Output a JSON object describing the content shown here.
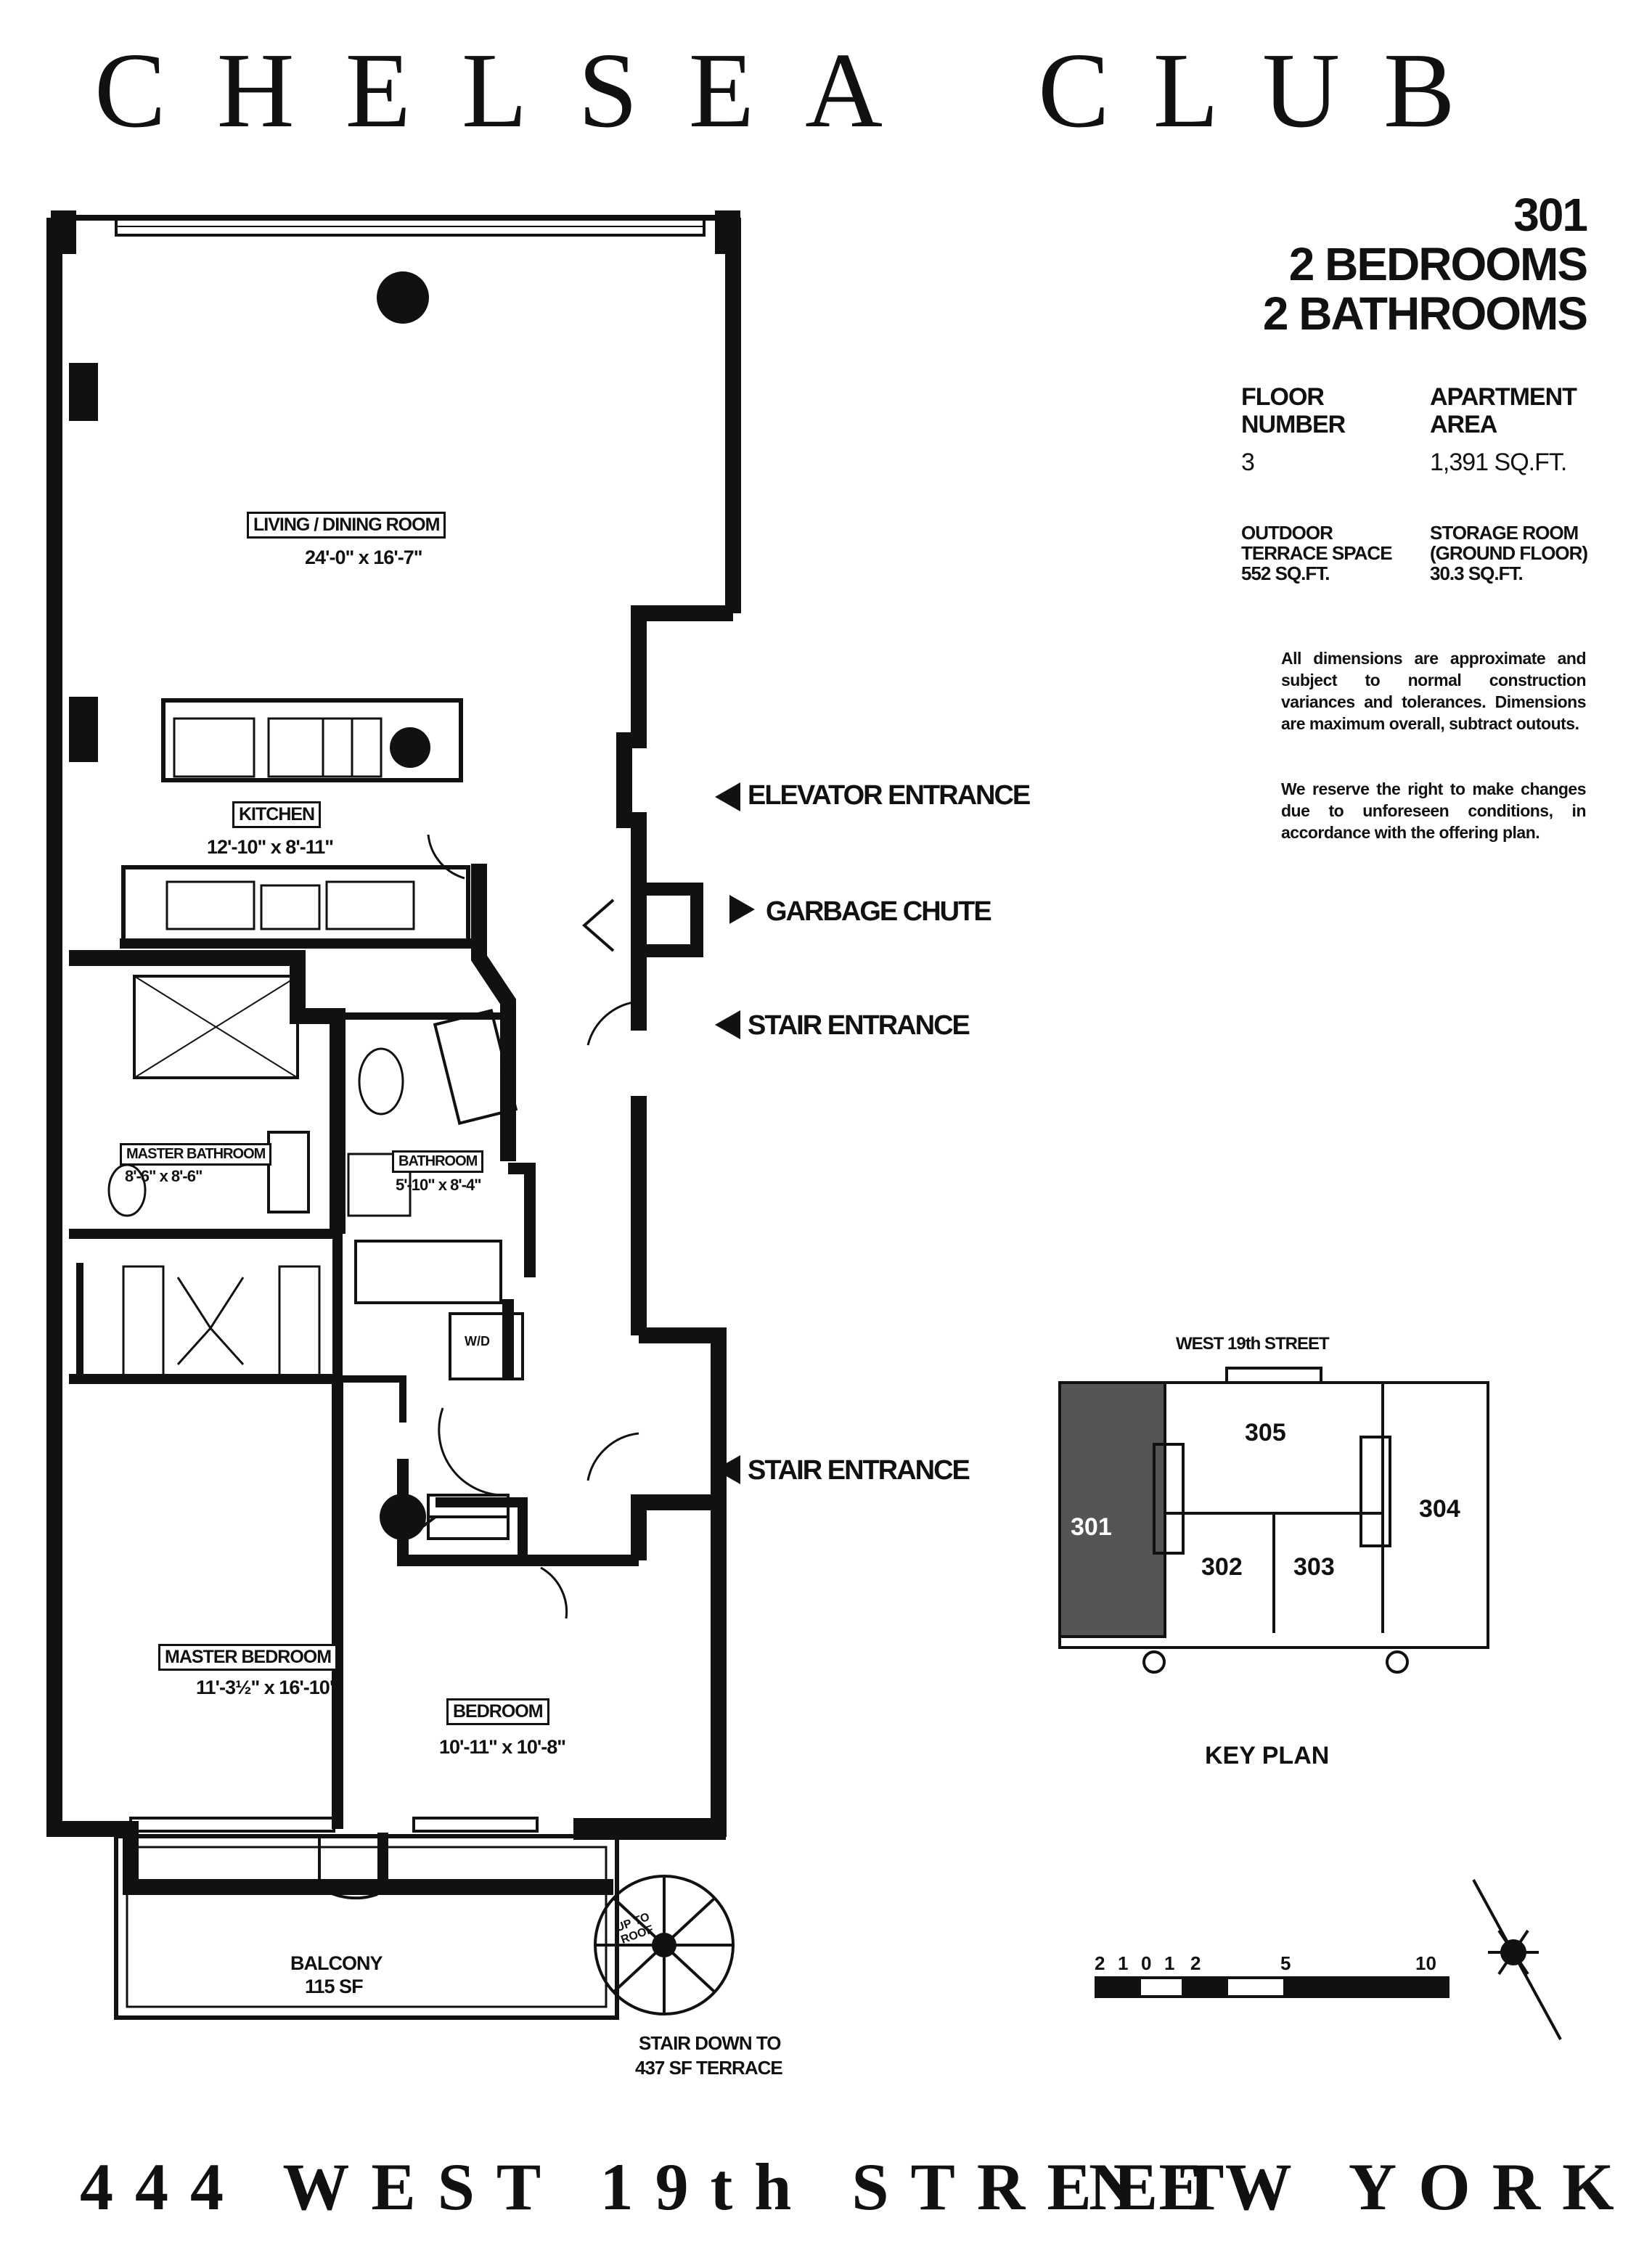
{
  "header": {
    "title_left": "CHELSEA",
    "title_right": "CLUB"
  },
  "unit": {
    "number": "301",
    "bedrooms": "2 BEDROOMS",
    "bathrooms": "2 BATHROOMS"
  },
  "specs": {
    "floor_label_1": "FLOOR",
    "floor_label_2": "NUMBER",
    "floor_value": "3",
    "area_label_1": "APARTMENT",
    "area_label_2": "AREA",
    "area_value": "1,391 SQ.FT.",
    "terrace_label_1": "OUTDOOR",
    "terrace_label_2": "TERRACE SPACE",
    "terrace_value": "552 SQ.FT.",
    "storage_label_1": "STORAGE ROOM",
    "storage_label_2": "(GROUND FLOOR)",
    "storage_value": "30.3 SQ.FT."
  },
  "notes": {
    "note1": "All dimensions are approximate and subject to normal construction variances and tolerances. Dimensions are maximum overall, subtract outouts.",
    "note2": "We reserve the right to make changes due to unforeseen conditions, in accordance with the offering plan."
  },
  "callouts": {
    "elevator": "ELEVATOR ENTRANCE",
    "garbage": "GARBAGE CHUTE",
    "stair_1": "STAIR ENTRANCE",
    "stair_2": "STAIR ENTRANCE"
  },
  "rooms": {
    "living_name": "LIVING / DINING ROOM",
    "living_dim": "24'-0\" x 16'-7\"",
    "kitchen_name": "KITCHEN",
    "kitchen_dim": "12'-10\" x 8'-11\"",
    "master_bath_name": "MASTER BATHROOM",
    "master_bath_dim": "8'-6\" x 8'-6\"",
    "bath_name": "BATHROOM",
    "bath_dim": "5'-10\" x 8'-4\"",
    "master_bed_name": "MASTER BEDROOM",
    "master_bed_dim": "11'-3½\" x 16'-10\"",
    "bed_name": "BEDROOM",
    "bed_dim": "10'-11\" x 10'-8\"",
    "balcony_name": "BALCONY",
    "balcony_area": "115 SF",
    "wd": "W/D",
    "up_to_roof": "UP TO ROOF",
    "stair_down_1": "STAIR DOWN TO",
    "stair_down_2": "437 SF TERRACE"
  },
  "key_plan": {
    "street": "WEST 19th STREET",
    "label": "KEY PLAN",
    "units": [
      "305",
      "301",
      "302",
      "303",
      "304"
    ]
  },
  "scale": {
    "ticks": [
      "2",
      "1",
      "0",
      "1",
      "2",
      "5",
      "10"
    ]
  },
  "footer": {
    "address": "444 WEST 19th STREET",
    "city": "NEW YORK"
  }
}
